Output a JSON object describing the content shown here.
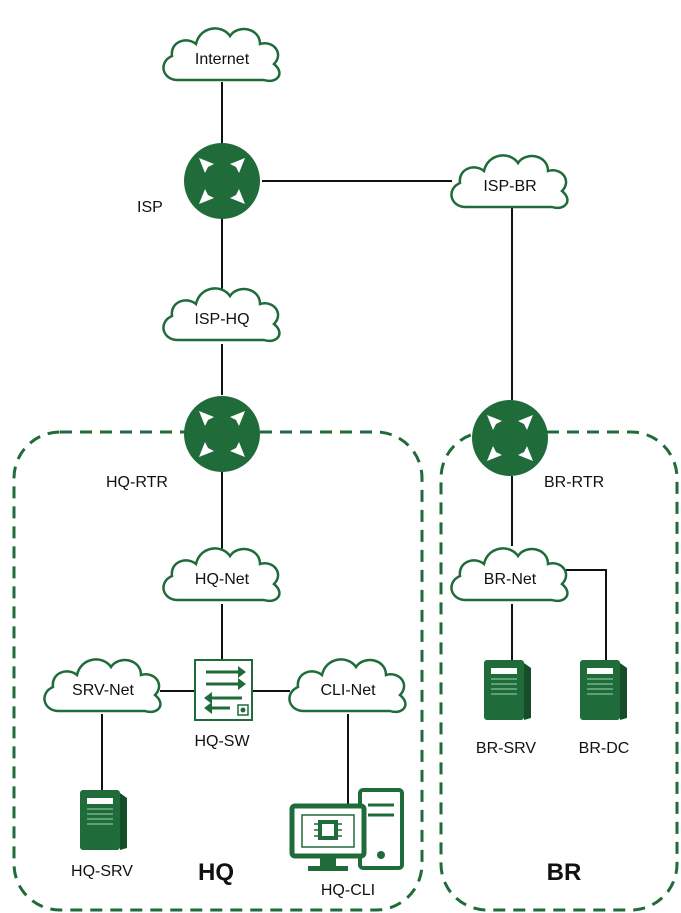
{
  "accent_color": "#1f6b3a",
  "clouds": {
    "internet": "Internet",
    "isp_br": "ISP-BR",
    "isp_hq": "ISP-HQ",
    "hq_net": "HQ-Net",
    "br_net": "BR-Net",
    "srv_net": "SRV-Net",
    "cli_net": "CLI-Net"
  },
  "routers": {
    "isp": "ISP",
    "hq_rtr": "HQ-RTR",
    "br_rtr": "BR-RTR"
  },
  "switch": {
    "hq_sw": "HQ-SW"
  },
  "devices": {
    "hq_srv": "HQ-SRV",
    "hq_cli": "HQ-CLI",
    "br_srv": "BR-SRV",
    "br_dc": "BR-DC"
  },
  "zones": {
    "hq": "HQ",
    "br": "BR"
  }
}
